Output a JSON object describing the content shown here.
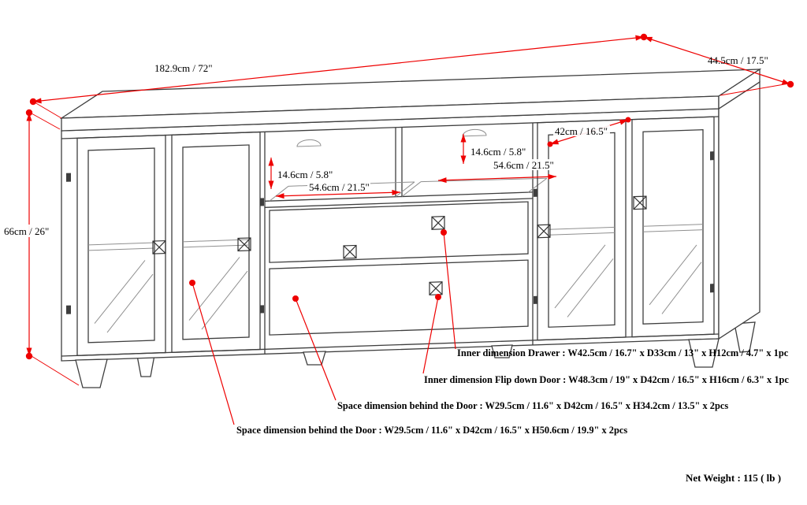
{
  "title": "TV stand dimension diagram",
  "dims": {
    "width": "182.9cm / 72\"",
    "depth": "44.5cm / 17.5\"",
    "height": "66cm / 26\"",
    "left_opening_height": "14.6cm / 5.8\"",
    "left_opening_width": "54.6cm / 21.5\"",
    "mid_opening_height": "14.6cm / 5.8\"",
    "mid_opening_width": "54.6cm / 21.5\"",
    "opening_depth": "42cm / 16.5\""
  },
  "annotations": {
    "drawer": "Inner dimension Drawer : W42.5cm / 16.7\" x D33cm / 13\" x H12cm / 4.7\" x 1pc",
    "flip_door": "Inner dimension Flip down Door : W48.3cm / 19\" x D42cm / 16.5\" x H16cm / 6.3\" x 1pc",
    "behind_door_short": "Space dimension behind the Door  : W29.5cm / 11.6\" x D42cm / 16.5\" x H34.2cm / 13.5\" x 2pcs",
    "behind_door_tall": "Space dimension behind the Door  : W29.5cm / 11.6\" x D42cm / 16.5\" x H50.6cm / 19.9\" x 2pcs",
    "net_weight": "Net Weight : 115 ( lb )"
  },
  "colors": {
    "line": "#3e3e3e",
    "accent": "#ee0000",
    "text": "#000000",
    "background": "#ffffff"
  }
}
